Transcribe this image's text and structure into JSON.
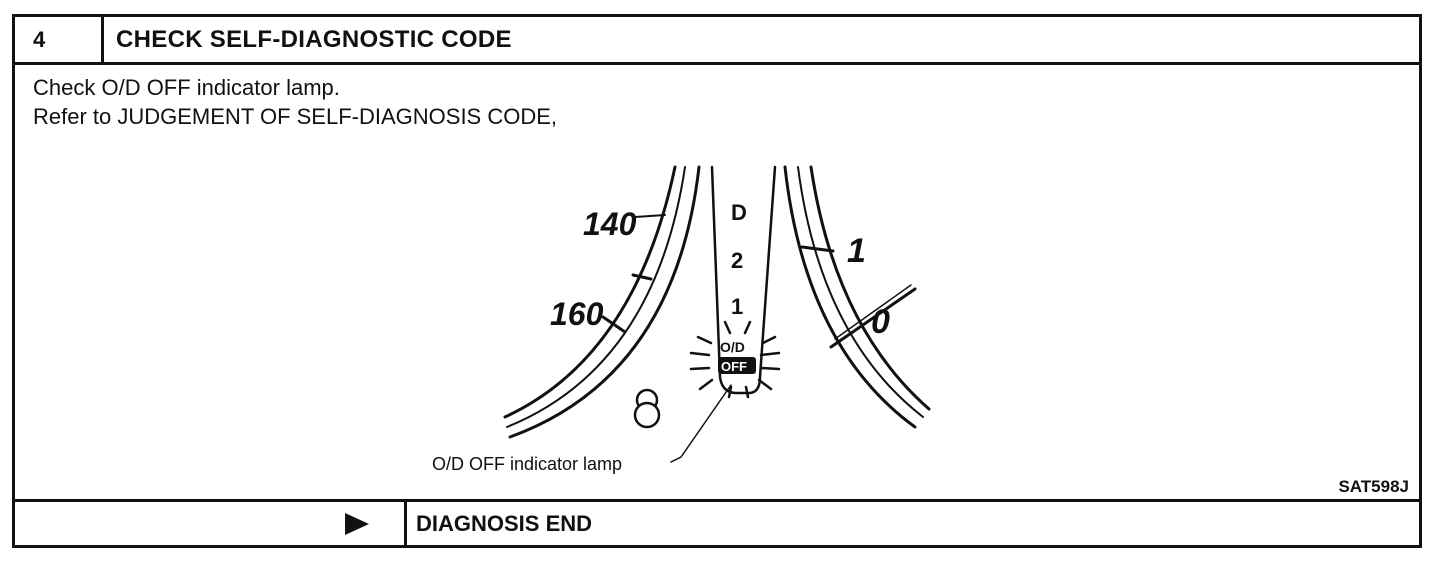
{
  "header": {
    "step_number": "4",
    "title": "CHECK SELF-DIAGNOSTIC CODE"
  },
  "body": {
    "line1": "Check O/D OFF indicator lamp.",
    "line2": "Refer to JUDGEMENT OF SELF-DIAGNOSIS CODE,"
  },
  "figure": {
    "speed_140": "140",
    "speed_160": "160",
    "gear_d": "D",
    "gear_2": "2",
    "gear_1": "1",
    "lamp_top": "O/D",
    "lamp_bottom": "OFF",
    "tach_1": "1",
    "tach_0": "0",
    "callout": "O/D OFF indicator lamp",
    "code": "SAT598J"
  },
  "footer": {
    "result": "DIAGNOSIS END",
    "arrow_icon": "play-arrow-icon"
  }
}
